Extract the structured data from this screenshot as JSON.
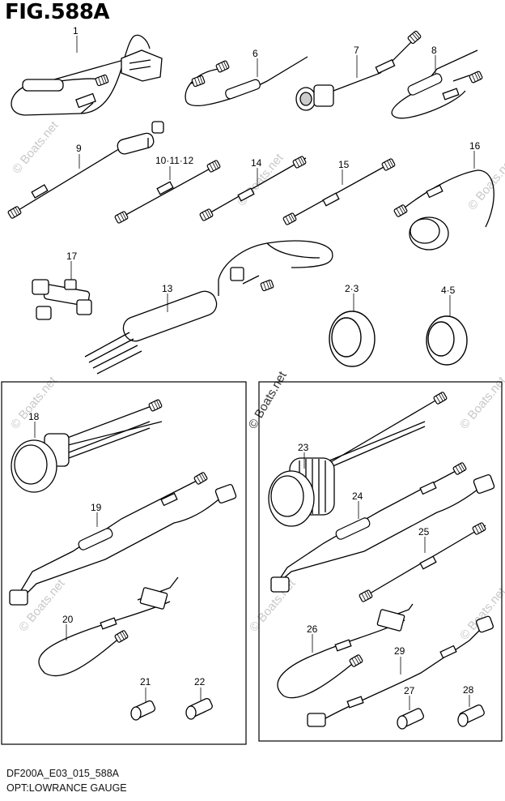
{
  "header": {
    "title": "FIG.588A"
  },
  "footer": {
    "code": "DF200A_E03_015_588A",
    "caption": "OPT:LOWRANCE GAUGE"
  },
  "watermark": {
    "text": "© Boats.net"
  },
  "callouts": {
    "c1": "1",
    "c6": "6",
    "c7": "7",
    "c8": "8",
    "c9": "9",
    "c10": "10·11·12",
    "c14": "14",
    "c15": "15",
    "c16": "16",
    "c17": "17",
    "c13": "13",
    "c2": "2·3",
    "c4": "4·5",
    "c18": "18",
    "c19": "19",
    "c20": "20",
    "c21": "21",
    "c22": "22",
    "c23": "23",
    "c24": "24",
    "c25": "25",
    "c26": "26",
    "c27": "27",
    "c28": "28",
    "c29": "29"
  }
}
